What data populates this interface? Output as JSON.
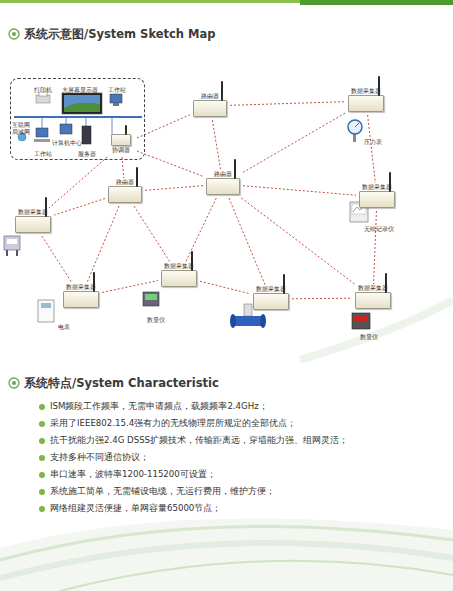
{
  "diagram": {
    "title": "系统示意图/System Sketch Map",
    "nodes": [
      {
        "text": []
      },
      {
        "text": [
          "协调器"
        ],
        "in": 0
      },
      {
        "text": [
          "路由器"
        ]
      },
      {
        "text": [
          "数据采集器"
        ]
      },
      {
        "text": [
          "路由器"
        ]
      },
      {
        "text": [
          "路由器"
        ]
      },
      {
        "text": [
          "数据采集器"
        ]
      },
      {
        "text": [
          "数据采集器"
        ]
      },
      {
        "text": [
          "数据采集器"
        ]
      },
      {
        "text": [
          "数据采集器"
        ]
      },
      {
        "text": [
          "数据采集器"
        ]
      },
      {
        "text": [
          "数据采集器"
        ]
      }
    ],
    "edges": [
      {
        "from": 1,
        "to": 2,
        "arrow": "none"
      },
      {
        "from": 1,
        "to": 4,
        "arrow": "none"
      },
      {
        "from": 1,
        "to": 5,
        "arrow": "none"
      },
      {
        "from": 1,
        "to": 7,
        "arrow": "none"
      },
      {
        "from": 2,
        "to": 3,
        "arrow": "none"
      },
      {
        "from": 2,
        "to": 4,
        "arrow": "none"
      },
      {
        "from": 4,
        "to": 3,
        "arrow": "none"
      },
      {
        "from": 4,
        "to": 6,
        "arrow": "none"
      },
      {
        "from": 4,
        "to": 5,
        "arrow": "none"
      },
      {
        "from": 4,
        "to": 8,
        "arrow": "none"
      },
      {
        "from": 4,
        "to": 10,
        "arrow": "none"
      },
      {
        "from": 4,
        "to": 11,
        "arrow": "none"
      },
      {
        "from": 5,
        "to": 7,
        "arrow": "none"
      },
      {
        "from": 5,
        "to": 9,
        "arrow": "none"
      },
      {
        "from": 5,
        "to": 8,
        "arrow": "none"
      },
      {
        "from": 7,
        "to": 9,
        "arrow": "none"
      },
      {
        "from": 9,
        "to": 8,
        "arrow": "none"
      },
      {
        "from": 8,
        "to": 10,
        "arrow": "none"
      },
      {
        "from": 10,
        "to": 11,
        "arrow": "none"
      },
      {
        "from": 3,
        "to": 6,
        "arrow": "none"
      },
      {
        "from": 6,
        "to": 11,
        "arrow": "none"
      }
    ],
    "labels": [
      "打印机",
      "大屏幕显示器",
      "工作站",
      "互联网 局域网",
      "计算机中心",
      "工作站",
      "服务器",
      "压力表",
      "无纸记录仪",
      "电表",
      "数显仪",
      "数显仪",
      "系统特点/System Characteristic",
      "ISM频段工作频率，无需申请频点，载频频率2.4GHz；",
      "采用了IEEE802.15.4强有力的无线物理层所规定的全部优点；",
      "抗干扰能力强2.4G DSSS扩频技术，传输距离远，穿墙能力强、组网灵活；",
      "支持多种不同通信协议；",
      "串口速率，波特率1200-115200可设置；",
      "系统施工简单，无需铺设电缆，无运行费用，维护方便；",
      "网络组建灵活便捷，单网容量65000节点；"
    ]
  }
}
